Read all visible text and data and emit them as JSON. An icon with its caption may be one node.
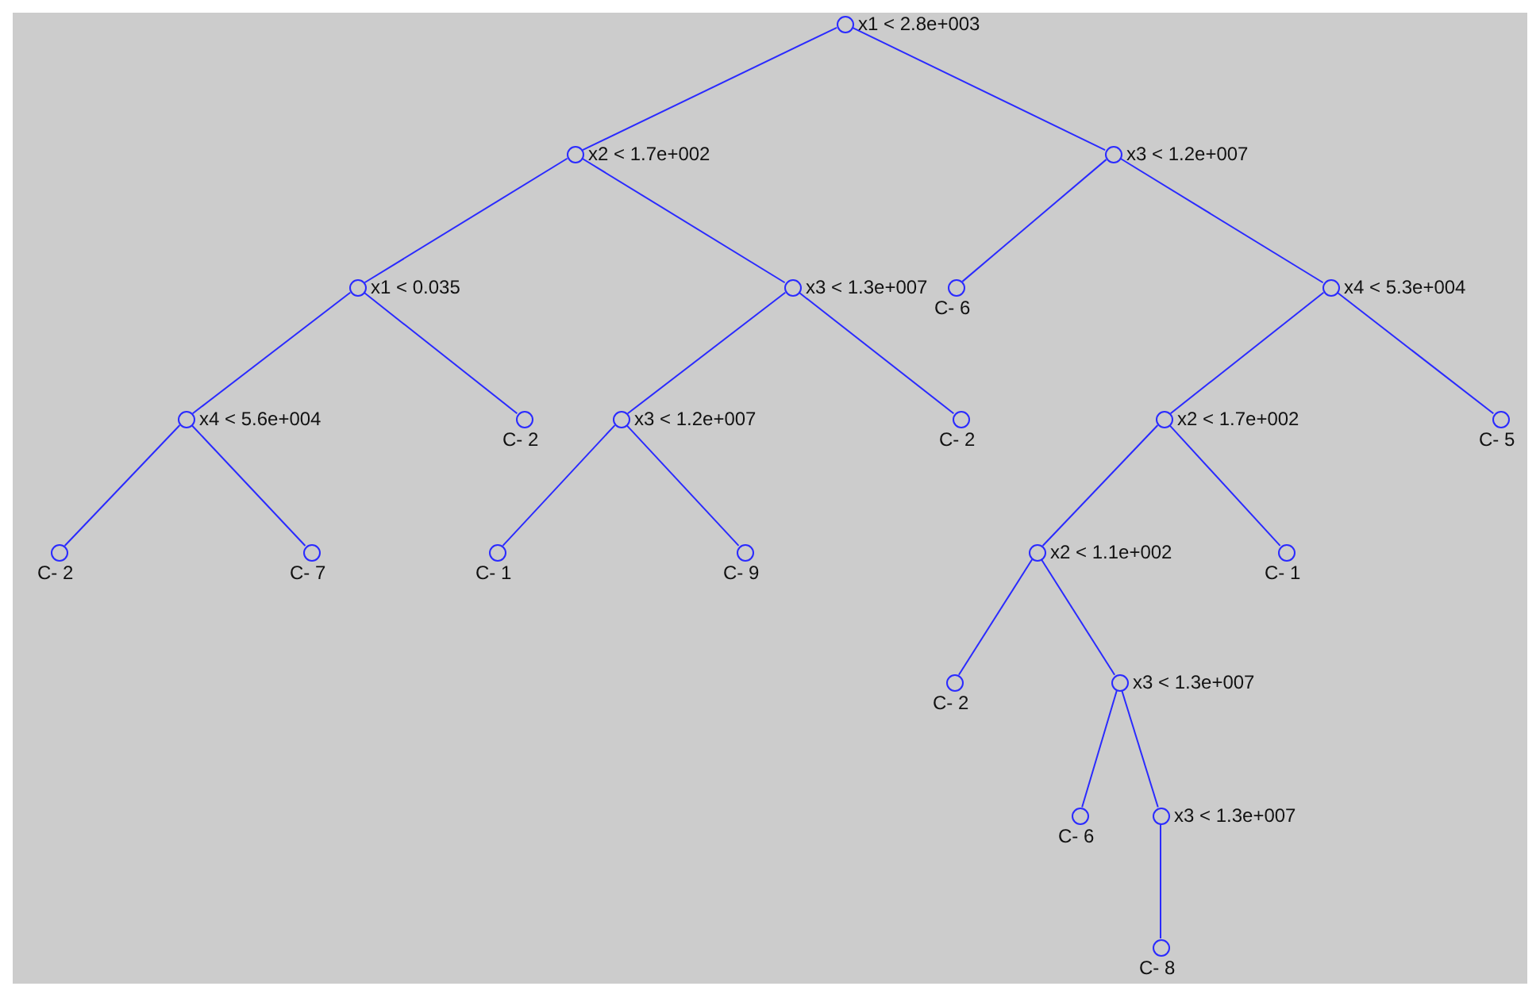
{
  "diagram": {
    "nodes": [
      {
        "text": [
          "x1 < 2.8e+003"
        ]
      },
      {
        "text": [
          "x2 < 1.7e+002"
        ]
      },
      {
        "text": [
          "x3 < 1.2e+007"
        ]
      },
      {
        "text": [
          "x1 < 0.035"
        ]
      },
      {
        "text": [
          "x3 < 1.3e+007"
        ]
      },
      {
        "text": [
          "C- 6"
        ]
      },
      {
        "text": [
          "x4 < 5.3e+004"
        ]
      },
      {
        "text": [
          "x4 < 5.6e+004"
        ]
      },
      {
        "text": [
          "C- 2"
        ]
      },
      {
        "text": [
          "x3 < 1.2e+007"
        ]
      },
      {
        "text": [
          "C- 2"
        ]
      },
      {
        "text": [
          "x2 < 1.7e+002"
        ]
      },
      {
        "text": [
          "C- 5"
        ]
      },
      {
        "text": [
          "C- 2"
        ]
      },
      {
        "text": [
          "C- 7"
        ]
      },
      {
        "text": [
          "C- 1"
        ]
      },
      {
        "text": [
          "C- 9"
        ]
      },
      {
        "text": [
          "x2 < 1.1e+002"
        ]
      },
      {
        "text": [
          "C- 1"
        ]
      },
      {
        "text": [
          "C- 2"
        ]
      },
      {
        "text": [
          "x3 < 1.3e+007"
        ]
      },
      {
        "text": [
          "C- 6"
        ]
      },
      {
        "text": [
          "x3 < 1.3e+007"
        ]
      },
      {
        "text": [
          "C- 8"
        ]
      }
    ],
    "edges": [
      {
        "from": 0,
        "to": 1,
        "arrow": "none"
      },
      {
        "from": 0,
        "to": 2,
        "arrow": "none"
      },
      {
        "from": 1,
        "to": 3,
        "arrow": "none"
      },
      {
        "from": 1,
        "to": 4,
        "arrow": "none"
      },
      {
        "from": 2,
        "to": 5,
        "arrow": "none"
      },
      {
        "from": 2,
        "to": 6,
        "arrow": "none"
      },
      {
        "from": 3,
        "to": 7,
        "arrow": "none"
      },
      {
        "from": 3,
        "to": 8,
        "arrow": "none"
      },
      {
        "from": 4,
        "to": 9,
        "arrow": "none"
      },
      {
        "from": 4,
        "to": 10,
        "arrow": "none"
      },
      {
        "from": 6,
        "to": 11,
        "arrow": "none"
      },
      {
        "from": 6,
        "to": 12,
        "arrow": "none"
      },
      {
        "from": 7,
        "to": 13,
        "arrow": "none"
      },
      {
        "from": 7,
        "to": 14,
        "arrow": "none"
      },
      {
        "from": 9,
        "to": 15,
        "arrow": "none"
      },
      {
        "from": 9,
        "to": 16,
        "arrow": "none"
      },
      {
        "from": 11,
        "to": 17,
        "arrow": "none"
      },
      {
        "from": 11,
        "to": 18,
        "arrow": "none"
      },
      {
        "from": 17,
        "to": 19,
        "arrow": "none"
      },
      {
        "from": 17,
        "to": 20,
        "arrow": "none"
      },
      {
        "from": 20,
        "to": 21,
        "arrow": "none"
      },
      {
        "from": 20,
        "to": 22,
        "arrow": "none"
      },
      {
        "from": 22,
        "to": 23,
        "arrow": "none"
      }
    ]
  }
}
